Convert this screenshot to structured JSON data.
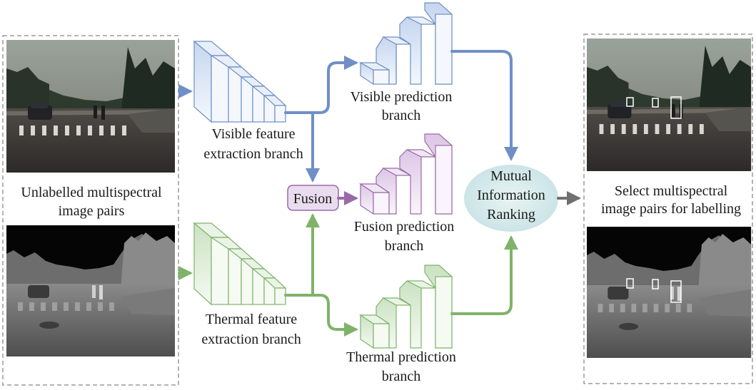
{
  "labels": {
    "input_label_line1": "Unlabelled multispectral",
    "input_label_line2": "image pairs",
    "visible_feature_line1": "Visible feature",
    "visible_feature_line2": "extraction branch",
    "thermal_feature_line1": "Thermal feature",
    "thermal_feature_line2": "extraction branch",
    "fusion": "Fusion",
    "visible_pred_line1": "Visible prediction",
    "visible_pred_line2": "branch",
    "fusion_pred_line1": "Fusion prediction",
    "fusion_pred_line2": "branch",
    "thermal_pred_line1": "Thermal prediction",
    "thermal_pred_line2": "branch",
    "mi_line1": "Mutual",
    "mi_line2": "Information",
    "mi_line3": "Ranking",
    "output_label_line1": "Select multispectral",
    "output_label_line2": "image pairs for labelling"
  },
  "colors": {
    "visible": "#6f8fc6",
    "visible_fill": "#dbe6f5",
    "thermal": "#7fb36a",
    "thermal_fill": "#e0eedb",
    "fusion": "#9a6aa8",
    "fusion_fill": "#eadcef",
    "gray_arrow": "#707070",
    "ellipse": "#d6ebe8"
  }
}
